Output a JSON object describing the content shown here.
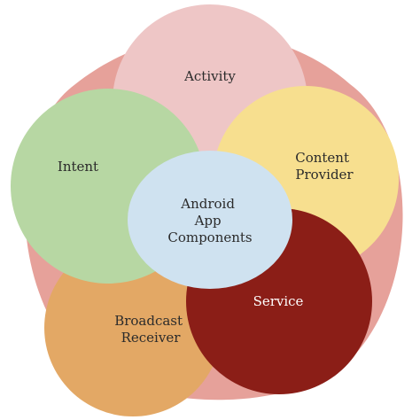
{
  "diagram": {
    "center": {
      "lines": [
        "Android",
        "App",
        "Components"
      ],
      "color": "#cfe2f0"
    },
    "components": [
      {
        "id": "activity",
        "lines": [
          "Activity"
        ],
        "color": "#eec6c6"
      },
      {
        "id": "content-provider",
        "lines": [
          "Content",
          "Provider"
        ],
        "color": "#f7df8f"
      },
      {
        "id": "service",
        "lines": [
          "Service"
        ],
        "color": "#8b1e17"
      },
      {
        "id": "broadcast-receiver",
        "lines": [
          "Broadcast",
          "Receiver"
        ],
        "color": "#e3a865"
      },
      {
        "id": "intent",
        "lines": [
          "Intent"
        ],
        "color": "#b7d7a3"
      }
    ],
    "background_color": "#e6a19a"
  }
}
